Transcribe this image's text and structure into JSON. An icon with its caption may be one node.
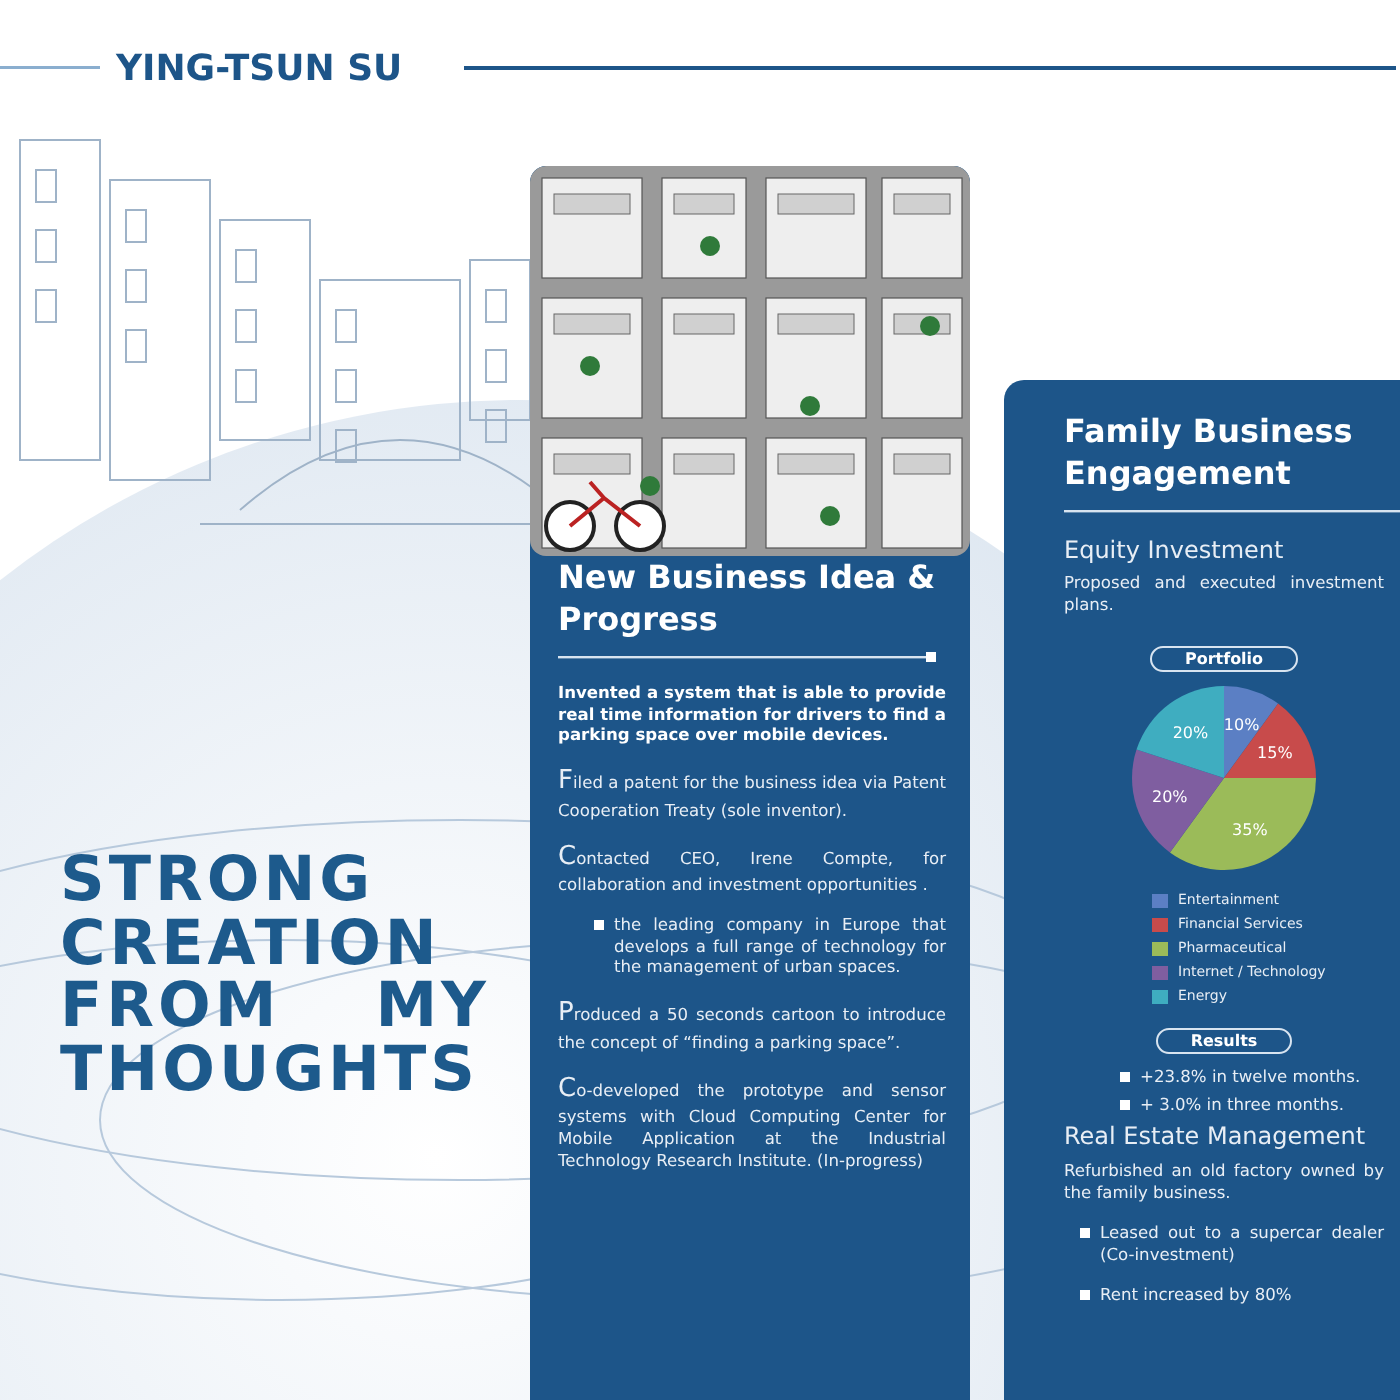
{
  "diagram": {
    "title": "YING-TSUN SU",
    "nodes": [
      {
        "text": [
          "New Business Idea & Progress",
          "Invented a system that is able to provide real time information for drivers to find a parking space over mobile devices.",
          "Filed a patent for the business idea via Patent Cooperation Treaty (sole inventor).",
          "Contacted CEO, Irene Compte, for collaboration and investment opportunities .",
          "the leading company in Europe that develops a full range of technology for the management of urban spaces.",
          "Produced a 50 seconds cartoon to introduce the concept of “finding a parking space”.",
          "Co-developed the prototype and sensor systems with Cloud Computing Center for Mobile Application at the Industrial Technology Research Institute. (In-progress)"
        ]
      },
      {
        "text": [
          "Family Business Engagement",
          "Equity Investment",
          "Proposed and executed investment plans.",
          "+23.8% in twelve months.",
          "+  3.0% in three months.",
          "Real Estate Management",
          "Refurbished an old factory owned by the family business.",
          "Leased out to a supercar dealer (Co-investment)",
          "Rent increased by 80%"
        ]
      },
      {
        "text": [
          "Portfolio"
        ],
        "in": 1
      },
      {
        "text": [
          "Results"
        ],
        "in": 1
      }
    ],
    "labels": [
      "STRONG CREATION FROM MY THOUGHTS"
    ],
    "chart_data": {
      "type": "pie",
      "categories": [
        "Entertainment",
        "Financial Services",
        "Pharmaceutical",
        "Internet / Technology",
        "Energy"
      ],
      "colors": [
        "#5b7fc4",
        "#c84b4b",
        "#9bbb59",
        "#7f5ea0",
        "#3fadc0"
      ],
      "legend": "bottom",
      "values": [
        10,
        15,
        35,
        20,
        20
      ],
      "value_labels": [
        "10%",
        "15%",
        "35%",
        "20%",
        "20%"
      ]
    }
  }
}
